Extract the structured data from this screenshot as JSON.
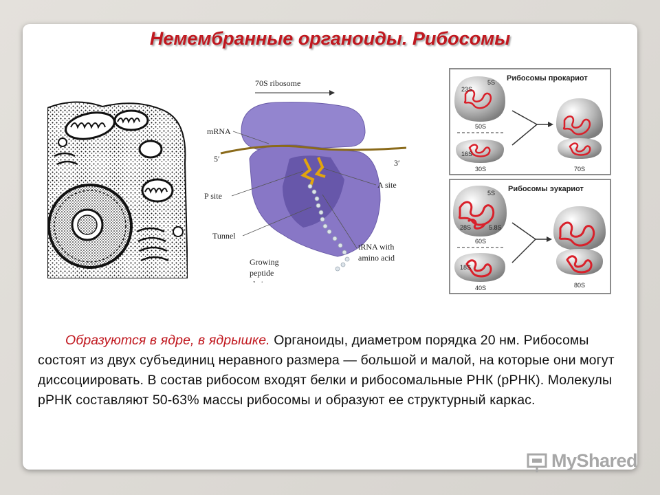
{
  "slide": {
    "title": "Немембранные органоиды. Рибосомы",
    "body": {
      "highlight": "Образуются в ядре, в ядрышке.",
      "text": " Органоиды, диаметром порядка 20 нм. Рибосомы состоят из двух субъединиц неравного размера — большой и малой, на которые они могут диссоциировать. В состав рибосом входят белки и рибосомальные РНК (рРНК). Молекулы рРНК составляют 50-63% массы рибосомы и образуют ее структурный каркас."
    }
  },
  "ribosome_figure": {
    "top_label": "70S ribosome",
    "labels": {
      "mrna": "mRNA",
      "five_prime": "5′",
      "three_prime": "3′",
      "p_site": "P site",
      "a_site": "A site",
      "tunnel": "Tunnel",
      "trna_1": "tRNA with",
      "trna_2": "amino acid",
      "peptide_1": "Growing",
      "peptide_2": "peptide",
      "peptide_3": "chain"
    }
  },
  "prokaryote_diagram": {
    "title": "Рибосомы прокариот",
    "large_subunit": "50S",
    "large_rrna_a": "23S",
    "large_rrna_b": "5S",
    "small_subunit": "30S",
    "small_rrna": "16S",
    "whole": "70S"
  },
  "eukaryote_diagram": {
    "title": "Рибосомы эукариот",
    "large_subunit": "60S",
    "large_rrna_a": "28S",
    "large_rrna_b": "5S",
    "large_rrna_c": "5.8S",
    "small_subunit": "40S",
    "small_rrna": "18S",
    "whole": "80S"
  },
  "watermark": {
    "text": "MyShared"
  },
  "colors": {
    "title": "#c0171e",
    "rrna": "#d9202a",
    "ribosome_purple": "#8c7ec8"
  }
}
